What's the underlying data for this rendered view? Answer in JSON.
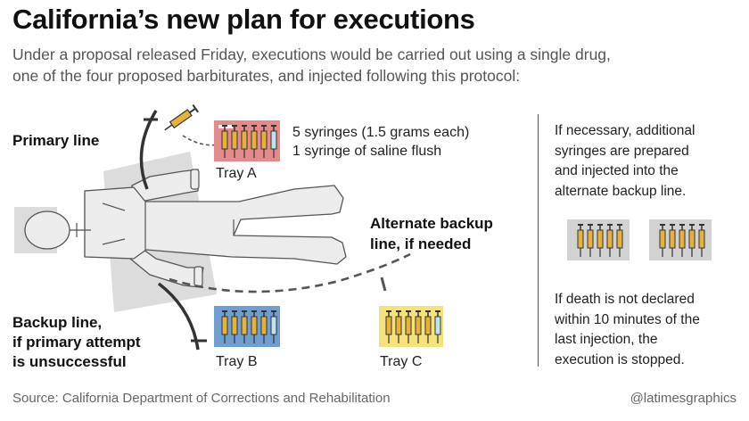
{
  "title": "California’s new plan for executions",
  "subtitle_line1": "Under a proposal released Friday, executions would be carried out using a single drug,",
  "subtitle_line2": "one of the four proposed barbiturates, and injected following this protocol:",
  "labels": {
    "primary_line": "Primary line",
    "backup_line_1": "Backup line,",
    "backup_line_2": "if primary attempt",
    "backup_line_3": "is unsuccessful",
    "alternate_1": "Alternate backup",
    "alternate_2": "line, if needed"
  },
  "tray_a_desc_1": "5 syringes (1.5 grams each)",
  "tray_a_desc_2": "1 syringe of saline flush",
  "trays": [
    {
      "label": "Tray A",
      "color": "#e58a8a"
    },
    {
      "label": "Tray B",
      "color": "#6f9fd0"
    },
    {
      "label": "Tray C",
      "color": "#f5e27a"
    }
  ],
  "extra_trays_color": "#d2d2d2",
  "side_note_1": [
    "If necessary, additional",
    "syringes are prepared",
    "and injected into the",
    "alternate backup line."
  ],
  "side_note_2": [
    "If death is not declared",
    "within 10 minutes of the",
    "last injection, the",
    "execution is stopped."
  ],
  "source": "Source: California Department of Corrections and Rehabilitation",
  "credit": "@latimesgraphics"
}
